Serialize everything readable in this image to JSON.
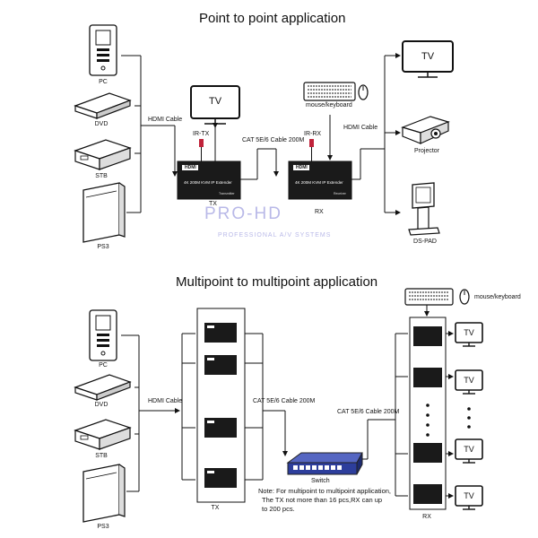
{
  "diagram1": {
    "title": "Point to point application",
    "sources": [
      "PC",
      "DVD",
      "STB",
      "PS3"
    ],
    "source_cable": "HDMI Cable",
    "tx": {
      "label": "TX",
      "ir": "IR-TX",
      "model": "4K 200M KVM IP Extender",
      "hdmi_badge": "HDMI",
      "sub_badge": "Transmitter"
    },
    "link_cable": "CAT 5E/6 Cable 200M",
    "rx": {
      "label": "RX",
      "ir": "IR-RX",
      "model": "4K 200M KVM IP Extender",
      "hdmi_badge": "HDMI",
      "sub_badge": "Receiver"
    },
    "tv": "TV",
    "mouse_keyboard": "mouse/keyboard",
    "output_cable": "HDMI Cable",
    "outputs": [
      "TV",
      "Projector",
      "DS-PAD"
    ]
  },
  "watermark": {
    "brand": "PRO-HD",
    "tagline": "PROFESSIONAL A/V SYSTEMS"
  },
  "diagram2": {
    "title": "Multipoint to multipoint  application",
    "sources": [
      "PC",
      "DVD",
      "STB",
      "PS3"
    ],
    "source_cable": "HDMI Cable",
    "tx_label": "TX",
    "cable_in": "CAT 5E/6 Cable 200M",
    "cable_out": "CAT 5E/6 Cable 200M",
    "switch_label": "Switch",
    "note_lines": [
      "Note: For multipoint to multipoint application,",
      "The TX not more than 16 pcs,RX can up",
      "to 200 pcs."
    ],
    "rx_label": "RX",
    "mouse_keyboard": "mouse/keyboard",
    "tv_labels": [
      "TV",
      "TV",
      "TV",
      "TV"
    ]
  },
  "colors": {
    "line": "#111111",
    "device": "#1a1a1a",
    "switch": "#2d3e9c",
    "ir": "#c0223a",
    "watermark": "#b9b9e8"
  }
}
